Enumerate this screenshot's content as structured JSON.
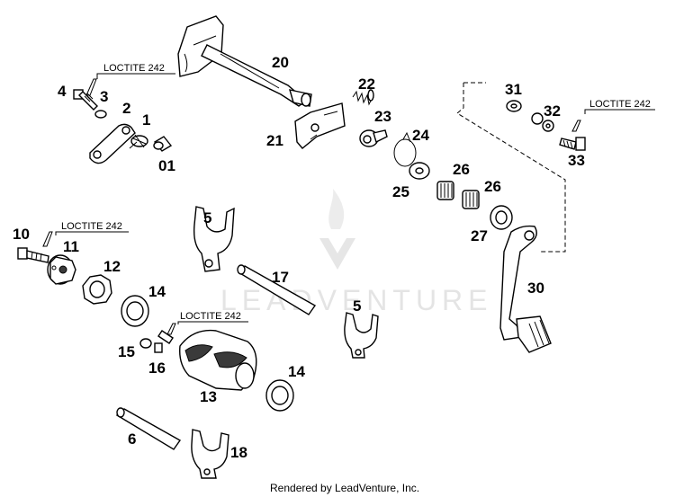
{
  "callouts": {
    "c01": "01",
    "c1": "1",
    "c2": "2",
    "c3": "3",
    "c4": "4",
    "c5a": "5",
    "c5b": "5",
    "c6": "6",
    "c10": "10",
    "c11": "11",
    "c12": "12",
    "c13": "13",
    "c14a": "14",
    "c14b": "14",
    "c15": "15",
    "c16": "16",
    "c17": "17",
    "c18": "18",
    "c20": "20",
    "c21": "21",
    "c22": "22",
    "c23": "23",
    "c24": "24",
    "c25": "25",
    "c26a": "26",
    "c26b": "26",
    "c27": "27",
    "c30": "30",
    "c31": "31",
    "c32": "32",
    "c33": "33"
  },
  "notes": {
    "loctite_1": "LOCTITE 242",
    "loctite_2": "LOCTITE 242",
    "loctite_3": "LOCTITE 242",
    "loctite_4": "LOCTITE 242"
  },
  "watermark": "LEADVENTURE",
  "footer": "Rendered by LeadVenture, Inc."
}
